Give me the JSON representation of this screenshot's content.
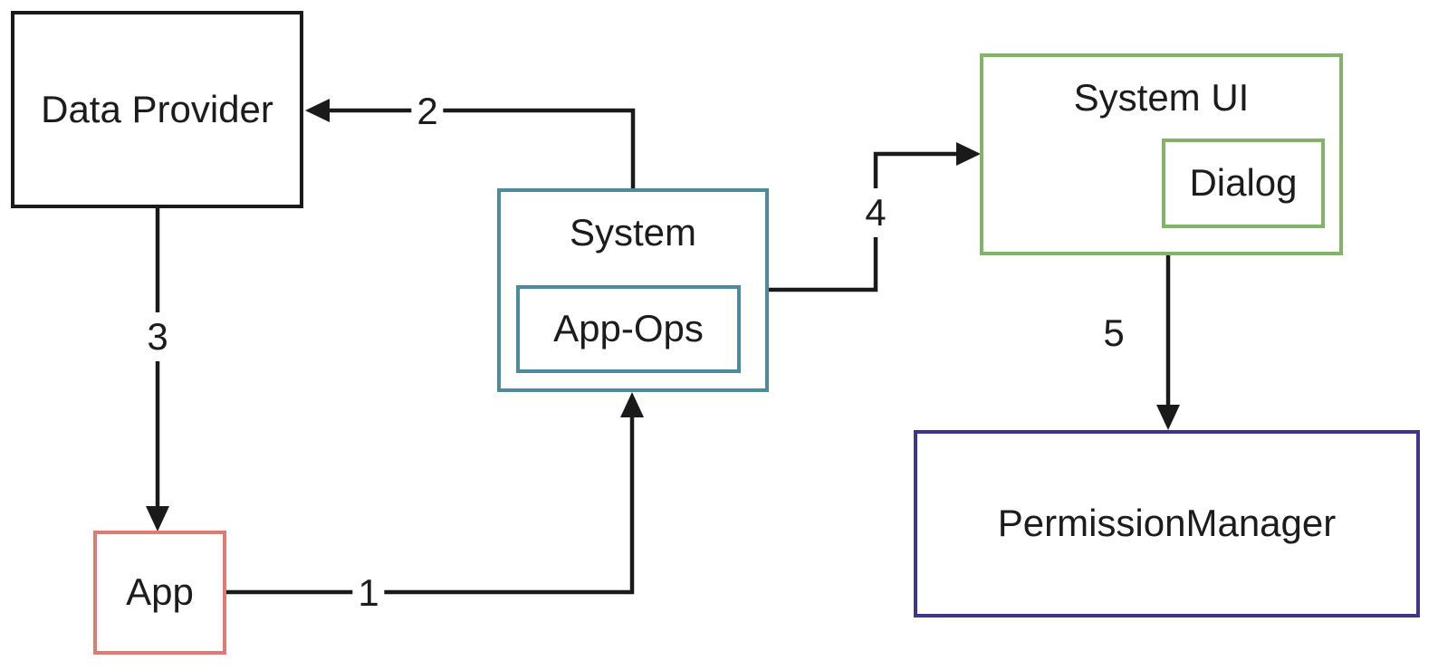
{
  "diagram": {
    "type": "flow-diagram",
    "background_color": "#ffffff",
    "arrow_color": "#1a1a1a",
    "text_color": "#1c1c1c",
    "nodes": [
      {
        "id": "data-provider",
        "label": "Data Provider",
        "border_color": "#1a1a1a"
      },
      {
        "id": "system",
        "label": "System",
        "border_color": "#4d8a9b"
      },
      {
        "id": "app-ops",
        "label": "App-Ops",
        "border_color": "#4d8a9b",
        "parent": "system"
      },
      {
        "id": "system-ui",
        "label": "System UI",
        "border_color": "#82b366"
      },
      {
        "id": "dialog",
        "label": "Dialog",
        "border_color": "#82b366",
        "parent": "system-ui"
      },
      {
        "id": "permission-manager",
        "label": "PermissionManager",
        "border_color": "#3d3689"
      },
      {
        "id": "app",
        "label": "App",
        "border_color": "#dd7b74"
      }
    ],
    "edges": [
      {
        "label": "1",
        "from": "app",
        "to": "system"
      },
      {
        "label": "2",
        "from": "system",
        "to": "data-provider"
      },
      {
        "label": "3",
        "from": "data-provider",
        "to": "app"
      },
      {
        "label": "4",
        "from": "system",
        "to": "system-ui"
      },
      {
        "label": "5",
        "from": "system-ui",
        "to": "permission-manager"
      }
    ]
  }
}
